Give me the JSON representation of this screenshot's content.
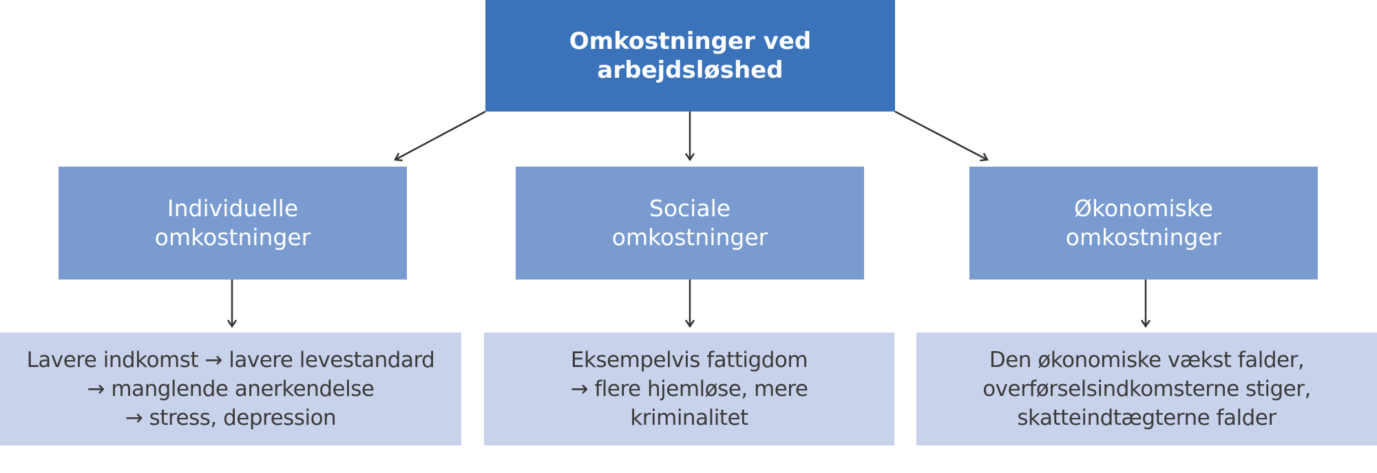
{
  "diagram": {
    "root": {
      "label": "Omkostninger ved\narbejdsløshed",
      "color": "#3a73ba"
    },
    "categories": [
      {
        "label": "Individuelle\nomkostninger",
        "detail": "Lavere indkomst → lavere levestandard\n→ manglende anerkendelse\n→ stress, depression"
      },
      {
        "label": "Sociale\nomkostninger",
        "detail": "Eksempelvis fattigdom\n→ flere hjemløse, mere\nkriminalitet"
      },
      {
        "label": "Økonomiske\nomkostninger",
        "detail": "Den økonomiske vækst falder,\noverførselsindkomsterne stiger,\nskatteindtægterne falder"
      }
    ],
    "colors": {
      "root_fill": "#3a73ba",
      "category_fill": "#7a9bd0",
      "detail_fill": "#c8d2ea",
      "arrow": "#333333",
      "detail_text": "#3a3a3a"
    }
  }
}
